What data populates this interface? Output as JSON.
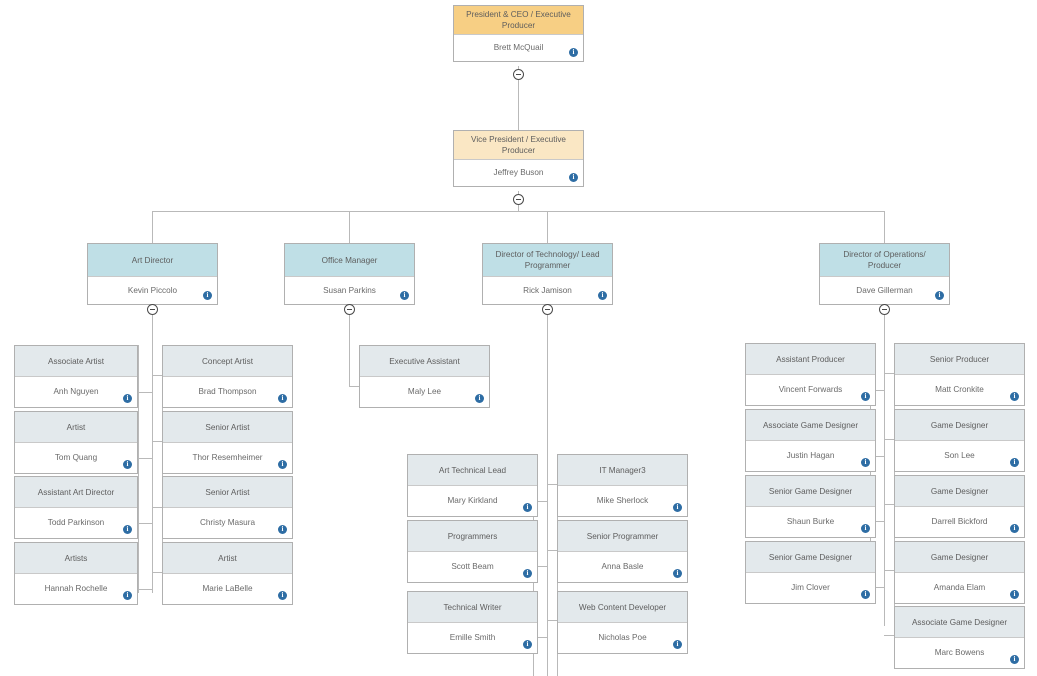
{
  "chart": {
    "kind": "organization-chart",
    "colors": {
      "ceo_header": "#f7cf84",
      "vp_header": "#fae7c4",
      "director_header": "#bfdfe6",
      "staff_header": "#e3e9ec",
      "box_border": "#b0b0b0",
      "connector": "#b9b9b9",
      "info_badge": "#2e6da4",
      "title_text": "#5d5d5d",
      "name_text": "#6a6a6a"
    },
    "info_icon_glyph": "i"
  },
  "nodes": {
    "ceo": {
      "title": "President & CEO / Executive Producer",
      "name": "Brett McQuail"
    },
    "vp": {
      "title": "Vice President / Executive Producer",
      "name": "Jeffrey Buson"
    },
    "art_director": {
      "title": "Art Director",
      "name": "Kevin Piccolo"
    },
    "office_manager": {
      "title": "Office Manager",
      "name": "Susan Parkins"
    },
    "dir_technology": {
      "title": "Director of Technology/ Lead Programmer",
      "name": "Rick Jamison"
    },
    "dir_operations": {
      "title": "Director of Operations/ Producer",
      "name": "Dave Gillerman"
    },
    "associate_artist": {
      "title": "Associate Artist",
      "name": "Anh Nguyen"
    },
    "concept_artist": {
      "title": "Concept Artist",
      "name": "Brad Thompson"
    },
    "artist_tom": {
      "title": "Artist",
      "name": "Tom Quang"
    },
    "senior_artist_thor": {
      "title": "Senior Artist",
      "name": "Thor Resemheimer"
    },
    "assistant_art_director": {
      "title": "Assistant Art Director",
      "name": "Todd Parkinson"
    },
    "senior_artist_christy": {
      "title": "Senior Artist",
      "name": "Christy Masura"
    },
    "artists_hannah": {
      "title": "Artists",
      "name": "Hannah Rochelle"
    },
    "artist_marie": {
      "title": "Artist",
      "name": "Marie LaBelle"
    },
    "executive_assistant": {
      "title": "Executive Assistant",
      "name": "Maly Lee"
    },
    "art_technical_lead": {
      "title": "Art Technical Lead",
      "name": "Mary Kirkland"
    },
    "it_manager": {
      "title": "IT Manager3",
      "name": "Mike Sherlock"
    },
    "programmers": {
      "title": "Programmers",
      "name": "Scott Beam"
    },
    "senior_programmer": {
      "title": "Senior Programmer",
      "name": "Anna Basle"
    },
    "technical_writer": {
      "title": "Technical Writer",
      "name": "Emille Smith"
    },
    "web_content_developer": {
      "title": "Web Content Developer",
      "name": "Nicholas Poe"
    },
    "assistant_producer": {
      "title": "Assistant Producer",
      "name": "Vincent Forwards"
    },
    "senior_producer": {
      "title": "Senior Producer",
      "name": "Matt Cronkite"
    },
    "associate_game_designer_justin": {
      "title": "Associate Game Designer",
      "name": "Justin Hagan"
    },
    "game_designer_son": {
      "title": "Game Designer",
      "name": "Son Lee"
    },
    "senior_game_designer_shaun": {
      "title": "Senior Game Designer",
      "name": "Shaun Burke"
    },
    "game_designer_darrell": {
      "title": "Game Designer",
      "name": "Darrell Bickford"
    },
    "senior_game_designer_jim": {
      "title": "Senior Game Designer",
      "name": "Jim Clover"
    },
    "game_designer_amanda": {
      "title": "Game Designer",
      "name": "Amanda Elam"
    },
    "associate_game_designer_marc": {
      "title": "Associate Game Designer",
      "name": "Marc Bowens"
    }
  }
}
